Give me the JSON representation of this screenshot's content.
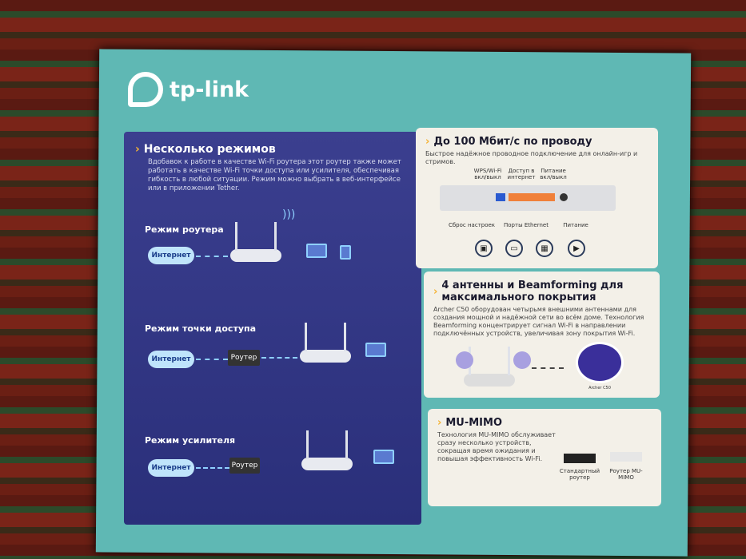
{
  "brand": "tp-link",
  "modes": {
    "title": "Несколько режимов",
    "text": "Вдобавок к работе в качестве Wi-Fi роутера этот роутер также может работать в качестве Wi-Fi точки доступа или усилителя, обеспечивая гибкость в любой ситуации. Режим можно выбрать в веб-интерфейсе или в приложении Tether.",
    "router_mode": "Режим роутера",
    "ap_mode": "Режим точки доступа",
    "extender_mode": "Режим усилителя",
    "internet": "Интернет",
    "router": "Роутер"
  },
  "wired": {
    "title": "До 100 Мбит/с по проводу",
    "text": "Быстрое надёжное проводное подключение для онлайн-игр и стримов.",
    "wps": "WPS/Wi-Fi вкл/выкл",
    "internet_access": "Доступ в интернет",
    "power_switch": "Питание вкл/выкл",
    "reset": "Сброс настроек",
    "ethernet": "Порты Ethernet",
    "power": "Питание"
  },
  "antennas": {
    "title": "4 антенны и Beamforming для максимального покрытия",
    "text": "Archer C50 оборудован четырьмя внешними антеннами для создания мощной и надёжной сети во всём доме. Технология Beamforming концентрирует сигнал Wi-Fi в направлении подключённых устройств, увеличивая зону покрытия Wi-Fi.",
    "caption": "Archer C50"
  },
  "mumimo": {
    "title": "MU-MIMO",
    "text": "Технология MU-MIMO обслуживает сразу несколько устройств, сокращая время ожидания и повышая эффективность Wi-Fi.",
    "standard": "Стандартный роутер",
    "mu": "Роутер MU-MIMO"
  }
}
